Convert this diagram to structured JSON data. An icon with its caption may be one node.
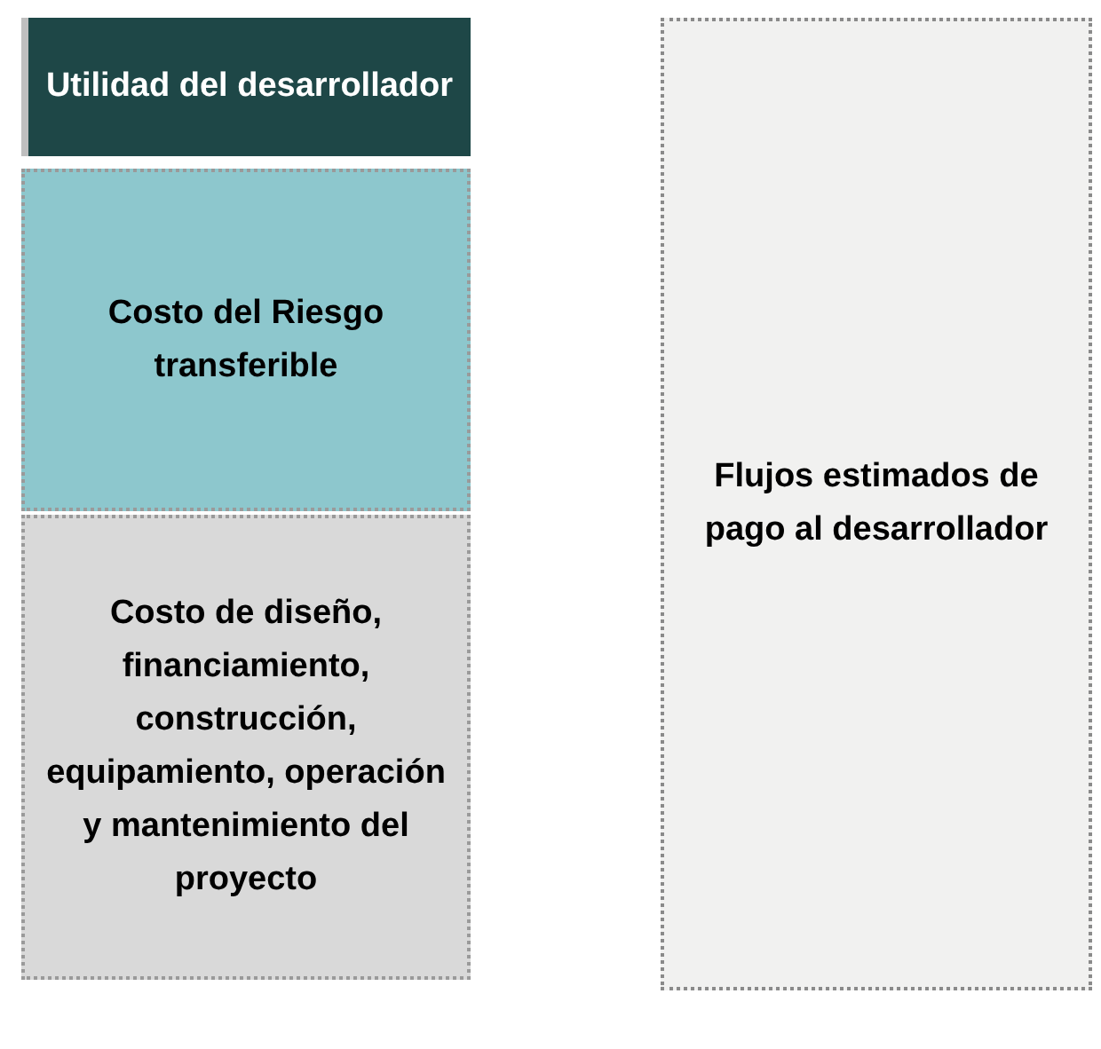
{
  "diagram": {
    "nodes": [
      {
        "text": [
          "Utilidad del desarrollador"
        ]
      },
      {
        "text": [
          "Costo del Riesgo transferible"
        ]
      },
      {
        "text": [
          "Costo de diseño, financiamiento, construcción, equipamiento, operación y mantenimiento del proyecto"
        ]
      },
      {
        "text": [
          "Flujos estimados de pago al desarrollador"
        ]
      }
    ]
  }
}
